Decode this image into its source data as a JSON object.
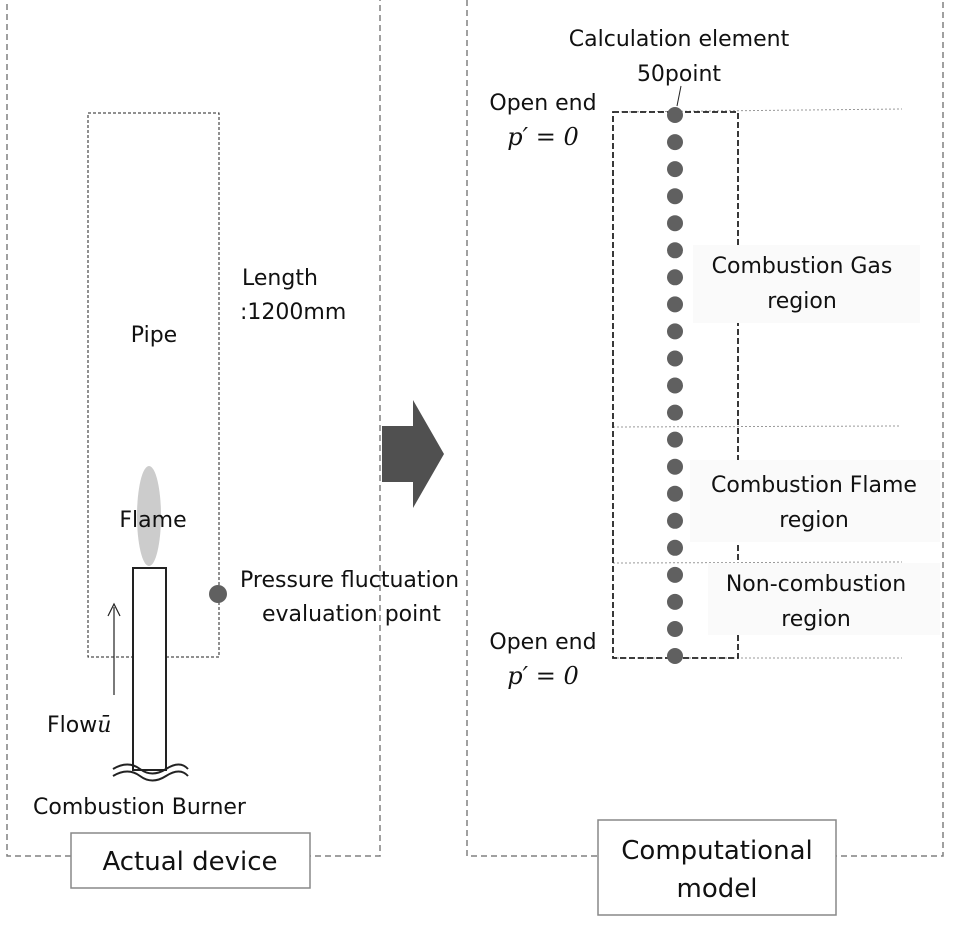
{
  "left_panel": {
    "caption": "Actual device",
    "pipe_label": "Pipe",
    "length_label_line1": "Length",
    "length_label_line2": ":1200mm",
    "flame_label": "Flame",
    "pressure_label_line1": "Pressure fluctuation",
    "pressure_label_line2": "evaluation point",
    "flow_label": "Flow",
    "flow_symbol": "ū",
    "burner_label": "Combustion Burner"
  },
  "right_panel": {
    "caption_line1": "Computational",
    "caption_line2": "model",
    "element_label_line1": "Calculation element",
    "element_label_line2": "50point",
    "open_end_top_label": "Open end",
    "open_end_top_condition": "p′ = 0",
    "open_end_bottom_label": "Open end",
    "open_end_bottom_condition": "p′ = 0",
    "gas_region_line1": "Combustion Gas",
    "gas_region_line2": "region",
    "flame_region_line1": "Combustion Flame",
    "flame_region_line2": "region",
    "noncomb_region_line1": "Non-combustion",
    "noncomb_region_line2": "region",
    "element_dot_count": 21
  },
  "colors": {
    "dot": "#606060",
    "flame": "#cccccc",
    "arrow": "#505050",
    "dashed_border": "#808080"
  }
}
